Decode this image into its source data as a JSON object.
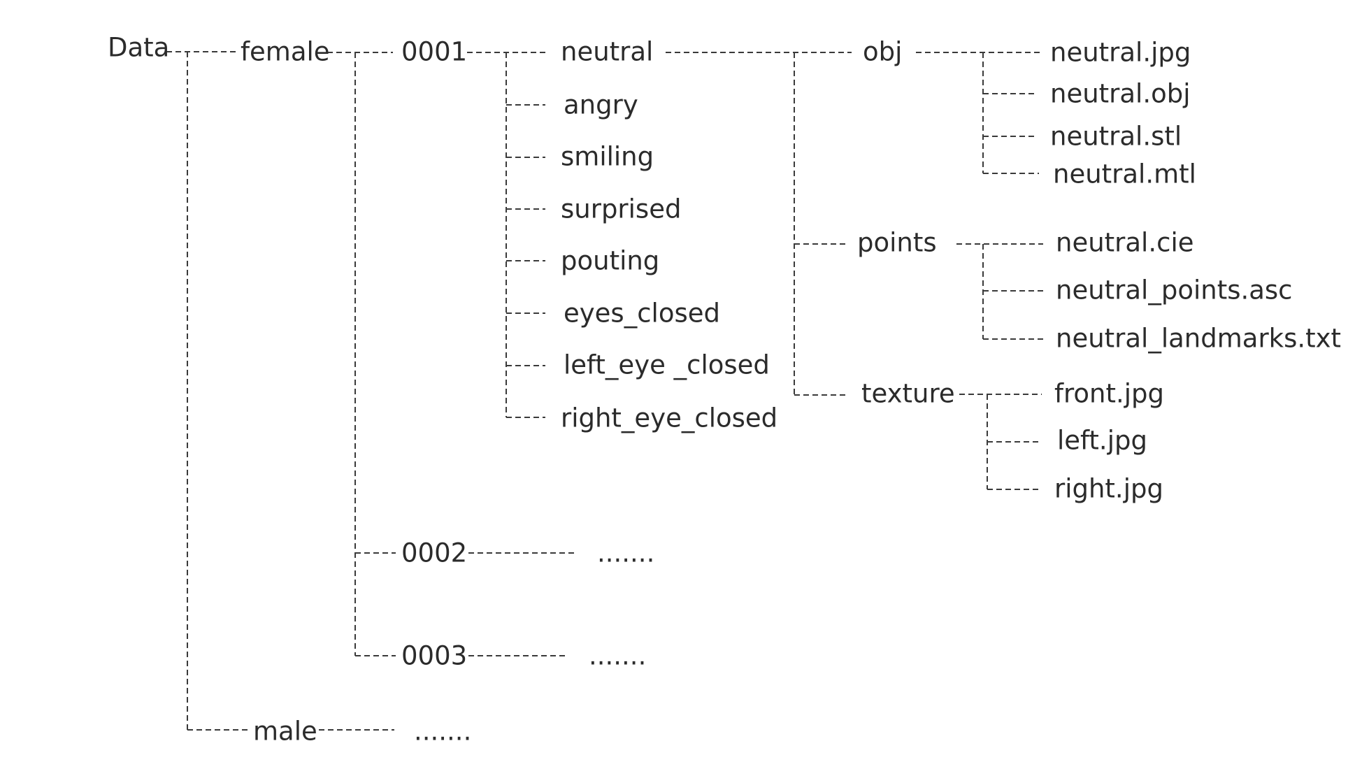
{
  "tree": {
    "root": "Data",
    "gender_female": "female",
    "gender_male": "male",
    "male_more": ".......",
    "subjects": {
      "s0001": "0001",
      "s0002": "0002",
      "s0003": "0003",
      "s0002_more": ".......",
      "s0003_more": "......."
    },
    "expressions": [
      "neutral",
      "angry",
      "smiling",
      "surprised",
      "pouting",
      "eyes_closed",
      "left_eye _closed",
      "right_eye_closed"
    ],
    "folders": {
      "obj": "obj",
      "points": "points",
      "texture": "texture"
    },
    "files": {
      "obj": [
        "neutral.jpg",
        "neutral.obj",
        "neutral.stl",
        "neutral.mtl"
      ],
      "points": [
        "neutral.cie",
        "neutral_points.asc",
        "neutral_landmarks.txt"
      ],
      "texture": [
        "front.jpg",
        "left.jpg",
        "right.jpg"
      ]
    }
  }
}
